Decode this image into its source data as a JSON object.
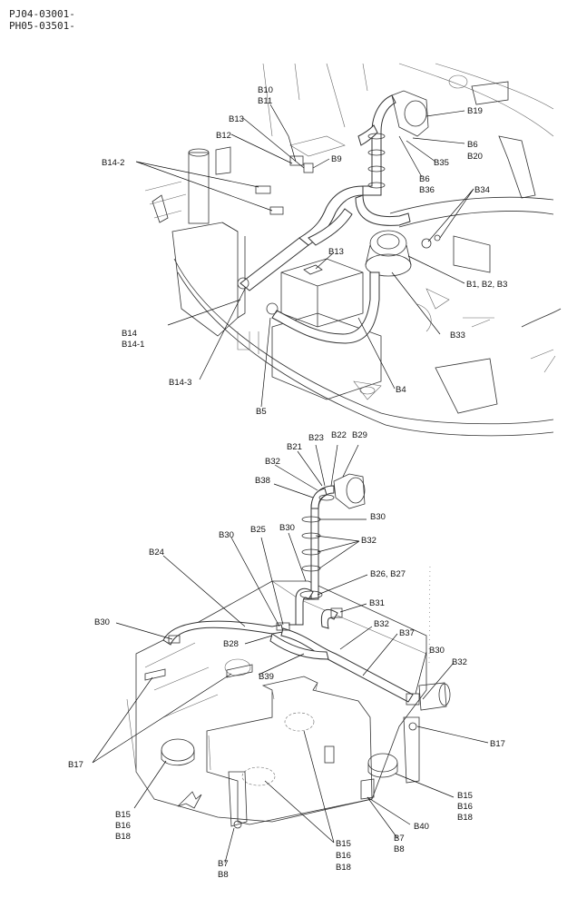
{
  "header": {
    "line1": "PJ04-03001-",
    "line2": "PH05-03501-"
  },
  "labels_top": {
    "b10": "B10",
    "b11": "B11",
    "b13a": "B13",
    "b12": "B12",
    "b9": "B9",
    "b14_2": "B14-2",
    "b19": "B19",
    "b6a": "B6",
    "b20": "B20",
    "b35": "B35",
    "b6b": "B6",
    "b36": "B36",
    "b34": "B34",
    "b13b": "B13",
    "b1": "B1, B2, B3",
    "b14": "B14",
    "b14_1": "B14-1",
    "b33": "B33",
    "b14_3": "B14-3",
    "b4": "B4",
    "b5": "B5"
  },
  "labels_bottom": {
    "b21": "B21",
    "b23": "B23",
    "b22": "B22",
    "b29": "B29",
    "b32a": "B32",
    "b38": "B38",
    "b30a": "B30",
    "b30b": "B30",
    "b25": "B25",
    "b30c": "B30",
    "b32b": "B32",
    "b24": "B24",
    "b26": "B26, B27",
    "b31": "B31",
    "b30d": "B30",
    "b32c": "B32",
    "b37": "B37",
    "b28": "B28",
    "b39": "B39",
    "b30e": "B30",
    "b32d": "B32",
    "b17a": "B17",
    "b17b": "B17",
    "b15a": "B15",
    "b16a": "B16",
    "b18a": "B18",
    "b15b": "B15",
    "b16b": "B16",
    "b18b": "B18",
    "b15c": "B15",
    "b16c": "B16",
    "b18c": "B18",
    "b7a": "B7",
    "b8a": "B8",
    "b7b": "B7",
    "b8b": "B8",
    "b40": "B40"
  }
}
